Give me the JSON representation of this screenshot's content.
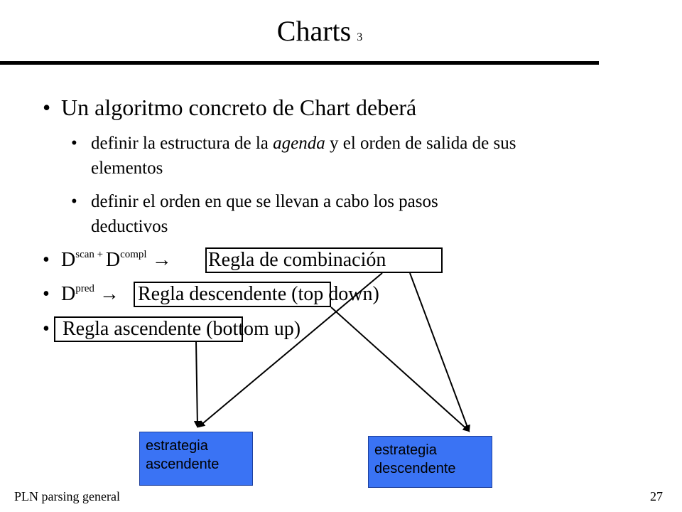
{
  "slide": {
    "title": "Charts",
    "title_number": "3",
    "bullets": {
      "b1": "Un algoritmo concreto de Chart deberá",
      "b1a_pre": "definir la estructura de la ",
      "b1a_em": "agenda",
      "b1a_post": " y el orden de salida de sus",
      "b1a_cont": "elementos",
      "b1b": "definir el orden en que se llevan a cabo los pasos",
      "b1b_cont": "deductivos",
      "b2_d1": "D",
      "b2_sup1": "scan + ",
      "b2_d2": "D",
      "b2_sup2": "compl",
      "b2_arrow": "→",
      "b2_rule": "Regla de combinación",
      "b3_d": "D",
      "b3_sup": "pred",
      "b3_arrow": "→",
      "b3_rule": "Regla descendente (top down)",
      "b4_rule": "Regla ascendente (bottom up)"
    },
    "boxes": {
      "ascendente_line1": "estrategia",
      "ascendente_line2": "ascendente",
      "descendente_line1": "estrategia",
      "descendente_line2": "descendente"
    },
    "footer": {
      "left": "PLN  parsing general",
      "page": "27"
    }
  },
  "colors": {
    "box_fill": "#3a73f4",
    "text": "#000000"
  }
}
